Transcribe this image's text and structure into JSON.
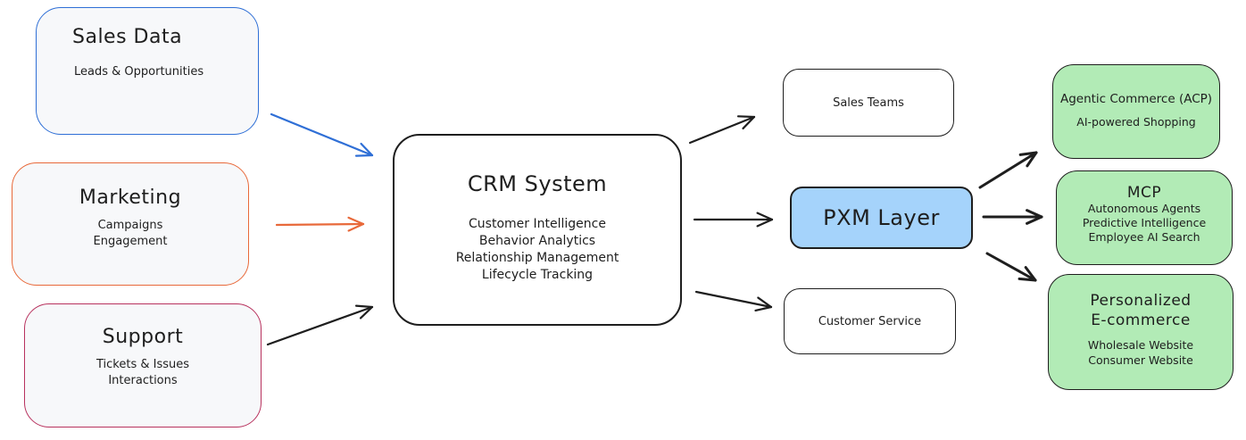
{
  "diagram": {
    "colors": {
      "sales_border": "#2f6fd6",
      "marketing_border": "#e8693a",
      "support_border": "#b8325e",
      "source_fill": "#f7f8fa",
      "pxm_fill": "#a5d3fb",
      "channel_fill": "#b2ebb6",
      "stroke": "#1e1e1e"
    },
    "sources": {
      "sales": {
        "title": "Sales Data",
        "lines": [
          "Leads & Opportunities"
        ]
      },
      "marketing": {
        "title": "Marketing",
        "lines": [
          "Campaigns",
          "Engagement"
        ]
      },
      "support": {
        "title": "Support",
        "lines": [
          "Tickets & Issues",
          "Interactions"
        ]
      }
    },
    "crm": {
      "title": "CRM System",
      "lines": [
        "Customer Intelligence",
        "Behavior Analytics",
        "Relationship Management",
        "Lifecycle Tracking"
      ]
    },
    "outputs": {
      "sales_teams": {
        "label": "Sales Teams"
      },
      "pxm": {
        "label": "PXM Layer"
      },
      "customer_service": {
        "label": "Customer Service"
      }
    },
    "channels": {
      "acp": {
        "title": "Agentic Commerce (ACP)",
        "lines": [
          "AI-powered Shopping"
        ]
      },
      "mcp": {
        "title": "MCP",
        "lines": [
          "Autonomous Agents",
          "Predictive Intelligence",
          "Employee AI Search"
        ]
      },
      "ecommerce": {
        "title_lines": [
          "Personalized",
          "E-commerce"
        ],
        "lines": [
          "Wholesale Website",
          "Consumer Website"
        ]
      }
    },
    "edges": [
      {
        "from": "Sales Data",
        "to": "CRM System",
        "color": "#2f6fd6"
      },
      {
        "from": "Marketing",
        "to": "CRM System",
        "color": "#e8693a"
      },
      {
        "from": "Support",
        "to": "CRM System",
        "color": "#1e1e1e"
      },
      {
        "from": "CRM System",
        "to": "Sales Teams",
        "color": "#1e1e1e"
      },
      {
        "from": "CRM System",
        "to": "PXM Layer",
        "color": "#1e1e1e"
      },
      {
        "from": "CRM System",
        "to": "Customer Service",
        "color": "#1e1e1e"
      },
      {
        "from": "PXM Layer",
        "to": "Agentic Commerce (ACP)",
        "color": "#1e1e1e"
      },
      {
        "from": "PXM Layer",
        "to": "MCP",
        "color": "#1e1e1e"
      },
      {
        "from": "PXM Layer",
        "to": "Personalized E-commerce",
        "color": "#1e1e1e"
      }
    ]
  }
}
